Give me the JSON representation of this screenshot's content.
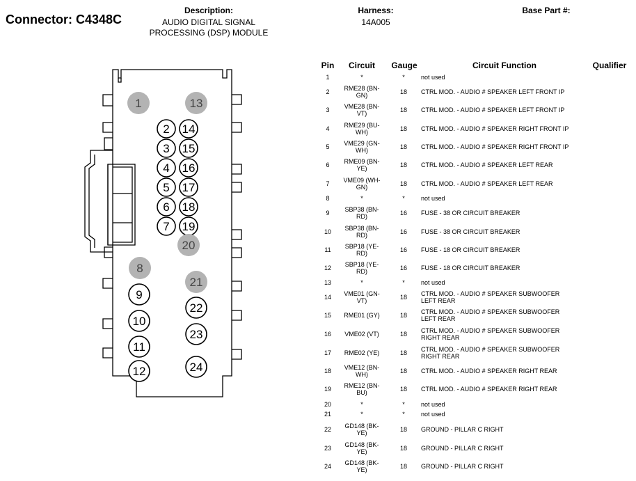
{
  "header": {
    "connector": "Connector: C4348C",
    "description_label": "Description:",
    "description_line1": "AUDIO DIGITAL SIGNAL",
    "description_line2": "PROCESSING (DSP) MODULE",
    "harness_label": "Harness:",
    "harness_value": "14A005",
    "base_part_label": "Base Part #:"
  },
  "table": {
    "headers": {
      "pin": "Pin",
      "circuit": "Circuit",
      "gauge": "Gauge",
      "function": "Circuit Function",
      "qualifier": "Qualifier"
    },
    "rows": [
      {
        "pin": "1",
        "circuit": [
          "*"
        ],
        "gauge": "*",
        "function": [
          "not used"
        ]
      },
      {
        "pin": "2",
        "circuit": [
          "RME28 (BN-",
          "GN)"
        ],
        "gauge": "18",
        "function": [
          "CTRL MOD. - AUDIO # SPEAKER LEFT FRONT IP"
        ]
      },
      {
        "pin": "3",
        "circuit": [
          "VME28 (BN-",
          "VT)"
        ],
        "gauge": "18",
        "function": [
          "CTRL MOD. - AUDIO # SPEAKER LEFT FRONT IP"
        ]
      },
      {
        "pin": "4",
        "circuit": [
          "RME29 (BU-",
          "WH)"
        ],
        "gauge": "18",
        "function": [
          "CTRL MOD. - AUDIO # SPEAKER RIGHT FRONT IP"
        ]
      },
      {
        "pin": "5",
        "circuit": [
          "VME29 (GN-",
          "WH)"
        ],
        "gauge": "18",
        "function": [
          "CTRL MOD. - AUDIO # SPEAKER RIGHT FRONT IP"
        ]
      },
      {
        "pin": "6",
        "circuit": [
          "RME09 (BN-",
          "YE)"
        ],
        "gauge": "18",
        "function": [
          "CTRL MOD. - AUDIO # SPEAKER LEFT REAR"
        ]
      },
      {
        "pin": "7",
        "circuit": [
          "VME09 (WH-",
          "GN)"
        ],
        "gauge": "18",
        "function": [
          "CTRL MOD. - AUDIO # SPEAKER LEFT REAR"
        ]
      },
      {
        "pin": "8",
        "circuit": [
          "*"
        ],
        "gauge": "*",
        "function": [
          "not used"
        ]
      },
      {
        "pin": "9",
        "circuit": [
          "SBP38 (BN-",
          "RD)"
        ],
        "gauge": "16",
        "function": [
          "FUSE - 38 OR CIRCUIT BREAKER"
        ]
      },
      {
        "pin": "10",
        "circuit": [
          "SBP38 (BN-",
          "RD)"
        ],
        "gauge": "16",
        "function": [
          "FUSE - 38 OR CIRCUIT BREAKER"
        ]
      },
      {
        "pin": "11",
        "circuit": [
          "SBP18 (YE-",
          "RD)"
        ],
        "gauge": "16",
        "function": [
          "FUSE - 18 OR CIRCUIT BREAKER"
        ]
      },
      {
        "pin": "12",
        "circuit": [
          "SBP18 (YE-",
          "RD)"
        ],
        "gauge": "16",
        "function": [
          "FUSE - 18 OR CIRCUIT BREAKER"
        ]
      },
      {
        "pin": "13",
        "circuit": [
          "*"
        ],
        "gauge": "*",
        "function": [
          "not used"
        ]
      },
      {
        "pin": "14",
        "circuit": [
          "VME01 (GN-",
          "VT)"
        ],
        "gauge": "18",
        "function": [
          "CTRL MOD. - AUDIO # SPEAKER SUBWOOFER",
          "LEFT REAR"
        ]
      },
      {
        "pin": "15",
        "circuit": [
          "RME01 (GY)"
        ],
        "gauge": "18",
        "function": [
          "CTRL MOD. - AUDIO # SPEAKER SUBWOOFER",
          "LEFT REAR"
        ]
      },
      {
        "pin": "16",
        "circuit": [
          "VME02 (VT)"
        ],
        "gauge": "18",
        "function": [
          "CTRL MOD. - AUDIO # SPEAKER SUBWOOFER",
          "RIGHT REAR"
        ]
      },
      {
        "pin": "17",
        "circuit": [
          "RME02 (YE)"
        ],
        "gauge": "18",
        "function": [
          "CTRL MOD. - AUDIO # SPEAKER SUBWOOFER",
          "RIGHT REAR"
        ]
      },
      {
        "pin": "18",
        "circuit": [
          "VME12 (BN-",
          "WH)"
        ],
        "gauge": "18",
        "function": [
          "CTRL MOD. - AUDIO # SPEAKER RIGHT REAR"
        ]
      },
      {
        "pin": "19",
        "circuit": [
          "RME12 (BN-",
          "BU)"
        ],
        "gauge": "18",
        "function": [
          "CTRL MOD. - AUDIO # SPEAKER RIGHT REAR"
        ]
      },
      {
        "pin": "20",
        "circuit": [
          "*"
        ],
        "gauge": "*",
        "function": [
          "not used"
        ]
      },
      {
        "pin": "21",
        "circuit": [
          "*"
        ],
        "gauge": "*",
        "function": [
          "not used"
        ]
      },
      {
        "pin": "22",
        "circuit": [
          "GD148 (BK-",
          "YE)"
        ],
        "gauge": "18",
        "function": [
          "GROUND - PILLAR C RIGHT"
        ]
      },
      {
        "pin": "23",
        "circuit": [
          "GD148 (BK-",
          "YE)"
        ],
        "gauge": "18",
        "function": [
          "GROUND - PILLAR C RIGHT"
        ]
      },
      {
        "pin": "24",
        "circuit": [
          "GD148 (BK-",
          "YE)"
        ],
        "gauge": "18",
        "function": [
          "GROUND - PILLAR C RIGHT"
        ]
      }
    ]
  },
  "diagram": {
    "unused_fill": "#b3b3b3",
    "pins": [
      {
        "label": "1",
        "used": false
      },
      {
        "label": "13",
        "used": false
      },
      {
        "label": "2",
        "used": true
      },
      {
        "label": "14",
        "used": true
      },
      {
        "label": "3",
        "used": true
      },
      {
        "label": "15",
        "used": true
      },
      {
        "label": "4",
        "used": true
      },
      {
        "label": "16",
        "used": true
      },
      {
        "label": "5",
        "used": true
      },
      {
        "label": "17",
        "used": true
      },
      {
        "label": "6",
        "used": true
      },
      {
        "label": "18",
        "used": true
      },
      {
        "label": "7",
        "used": true
      },
      {
        "label": "19",
        "used": true
      },
      {
        "label": "20",
        "used": false
      },
      {
        "label": "8",
        "used": false
      },
      {
        "label": "21",
        "used": false
      },
      {
        "label": "9",
        "used": true
      },
      {
        "label": "22",
        "used": true
      },
      {
        "label": "10",
        "used": true
      },
      {
        "label": "23",
        "used": true
      },
      {
        "label": "11",
        "used": true
      },
      {
        "label": "24",
        "used": true
      },
      {
        "label": "12",
        "used": true
      }
    ]
  }
}
